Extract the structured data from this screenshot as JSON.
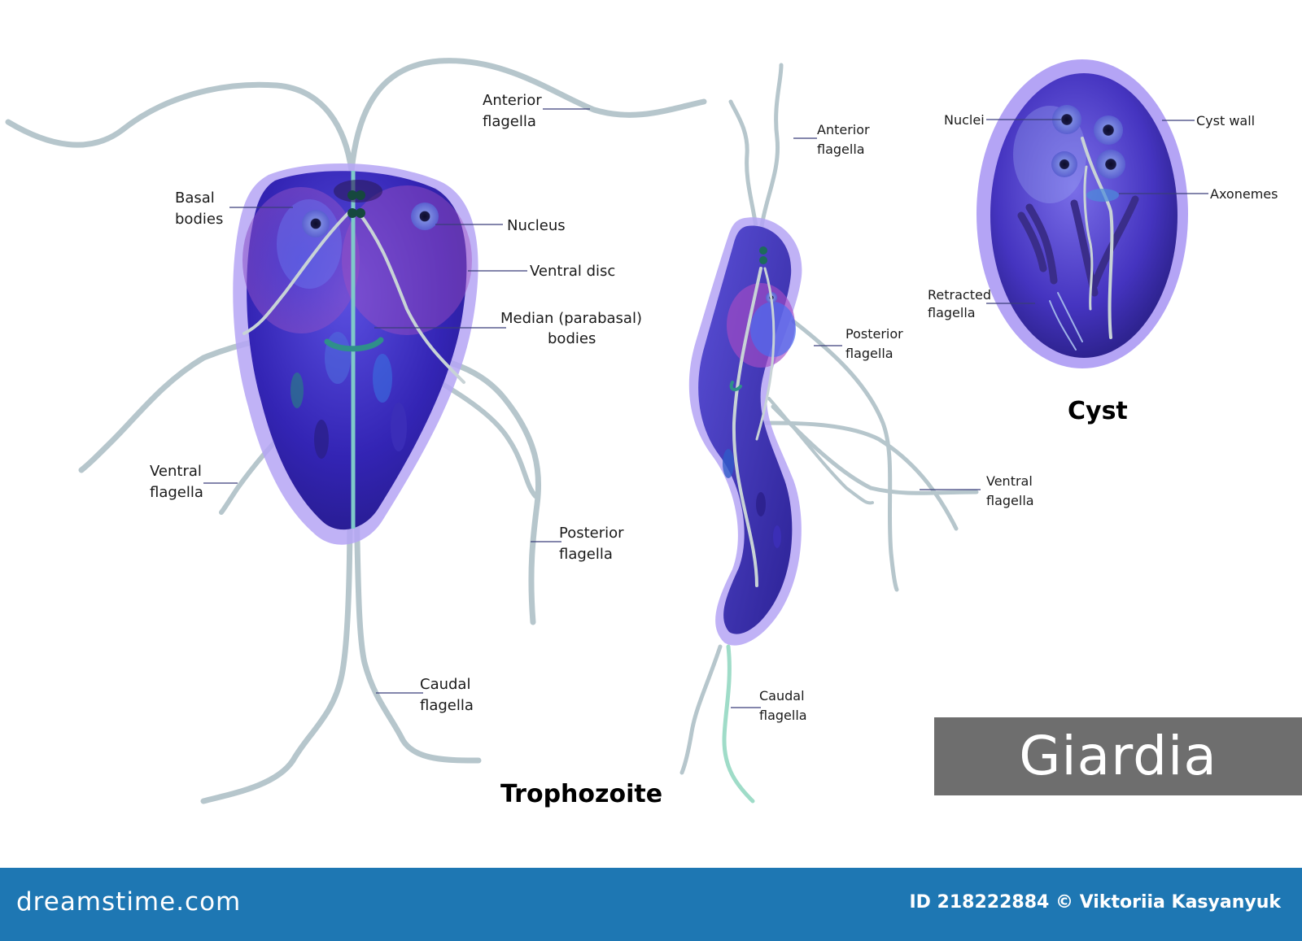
{
  "title": "Giardia",
  "trophozoite_front": {
    "caption": "Trophozoite",
    "labels": {
      "anterior_1": "Anterior",
      "anterior_2": "flagella",
      "basal_1": "Basal",
      "basal_2": "bodies",
      "nucleus": "Nucleus",
      "ventral_disc": "Ventral disc",
      "median_1": "Median (parabasal)",
      "median_2": "bodies",
      "ventral_1": "Ventral",
      "ventral_2": "flagella",
      "posterior_1": "Posterior",
      "posterior_2": "flagella",
      "caudal_1": "Caudal",
      "caudal_2": "flagella"
    }
  },
  "trophozoite_side": {
    "labels": {
      "anterior_1": "Anterior",
      "anterior_2": "flagella",
      "posterior_1": "Posterior",
      "posterior_2": "flagella",
      "ventral_1": "Ventral",
      "ventral_2": "flagella",
      "caudal_1": "Caudal",
      "caudal_2": "flagella"
    }
  },
  "cyst": {
    "caption": "Cyst",
    "labels": {
      "nuclei": "Nuclei",
      "cyst_wall": "Cyst wall",
      "axonemes": "Axonemes",
      "retracted_1": "Retracted",
      "retracted_2": "flagella"
    }
  },
  "footer": {
    "site": "dreamstime.com",
    "credit": "ID 218222884 © Viktoriia  Kasyanyuk"
  },
  "colors": {
    "cell_body": "#3a2fb0",
    "cell_glow": "#a690f0",
    "flagella": "#b9c7cc",
    "footer_bar": "#1e77b3",
    "title_box": "#6e6e6e"
  }
}
